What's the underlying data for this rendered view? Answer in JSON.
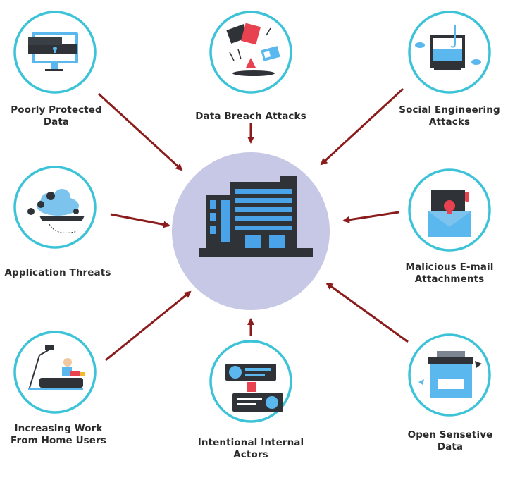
{
  "colors": {
    "ring": "#3cc3d8",
    "arrow": "#8c1c1c",
    "hub": "#c7c8e6",
    "building_dark": "#2f3338",
    "building_blue": "#4aa3e8"
  },
  "hub": {
    "icon": "office-building-icon"
  },
  "nodes": [
    {
      "id": "poorly-protected-data",
      "icon": "monitor-locked-folder-icon",
      "label": [
        "Poorly Protected",
        "Data"
      ]
    },
    {
      "id": "data-breach-attacks",
      "icon": "flying-documents-alert-icon",
      "label": [
        "Data Breach Attacks"
      ]
    },
    {
      "id": "social-engineering-attacks",
      "icon": "phishing-monitor-icon",
      "label": [
        "Social Engineering",
        "Attacks"
      ]
    },
    {
      "id": "application-threats",
      "icon": "cloud-gears-icon",
      "label": [
        "Application Threats"
      ]
    },
    {
      "id": "malicious-email-attachments",
      "icon": "skull-envelope-icon",
      "label": [
        "Malicious E-mail",
        "Attachments"
      ]
    },
    {
      "id": "increasing-work-from-home-users",
      "icon": "person-on-couch-laptop-icon",
      "label": [
        "Increasing Work",
        "From Home Users"
      ]
    },
    {
      "id": "intentional-internal-actors",
      "icon": "chat-messages-icon",
      "label": [
        "Intentional Internal Actors"
      ]
    },
    {
      "id": "open-sensetive-data",
      "icon": "open-file-drawer-icon",
      "label": [
        "Open Sensetive Data"
      ]
    }
  ]
}
